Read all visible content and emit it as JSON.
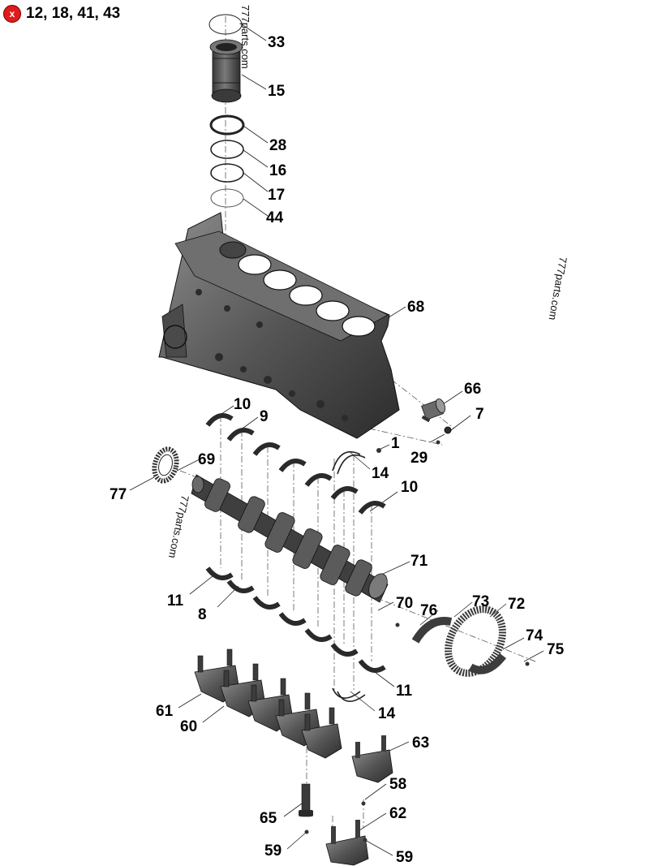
{
  "header": {
    "badge_icon": "red-x-circle-icon",
    "badge_color": "#e01b1b",
    "badge_glyph": "x",
    "not_shown_parts": "12, 18, 41, 43"
  },
  "watermark": "777parts.com",
  "callouts": [
    "33",
    "15",
    "28",
    "16",
    "17",
    "44",
    "68",
    "66",
    "7",
    "10",
    "9",
    "1",
    "29",
    "14",
    "69",
    "77",
    "10",
    "71",
    "11",
    "8",
    "70",
    "76",
    "73",
    "72",
    "74",
    "75",
    "11",
    "14",
    "61",
    "60",
    "63",
    "58",
    "65",
    "62",
    "59",
    "59"
  ],
  "part_colors": {
    "metal": "#5a5a5a",
    "metal_dark": "#2e2e2e",
    "highlight": "#8a8a8a"
  }
}
